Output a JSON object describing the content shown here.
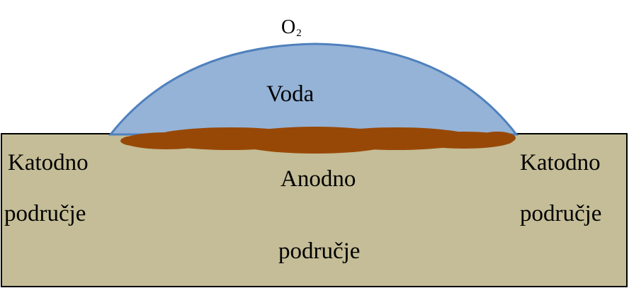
{
  "oxygen": {
    "symbol": "O",
    "subscript": "2"
  },
  "water": {
    "label": "Voda"
  },
  "left_region": {
    "line1": "Katodno",
    "line2": "područje"
  },
  "center_region": {
    "line1": "Anodno",
    "line2": "područje"
  },
  "right_region": {
    "line1": "Katodno",
    "line2": "područje"
  },
  "colors": {
    "metal_fill": "#c4bd97",
    "metal_stroke": "#000000",
    "water_fill": "#95b3d7",
    "water_stroke": "#4f81bd",
    "rust_fill": "#984806"
  }
}
